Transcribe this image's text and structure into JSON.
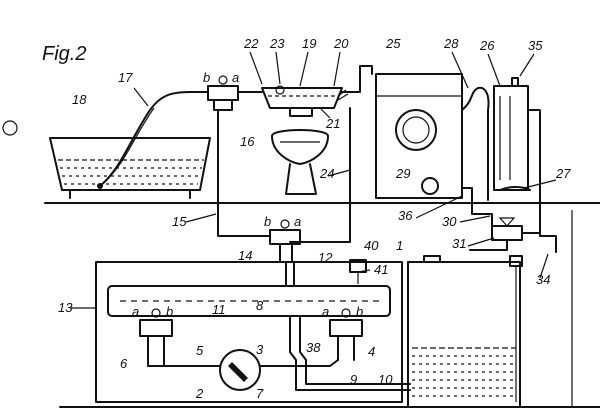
{
  "figure_title": "Fig.2",
  "labels": {
    "l1": "1",
    "l2": "2",
    "l3": "3",
    "l4": "4",
    "l5": "5",
    "l6": "6",
    "l7": "7",
    "l8": "8",
    "l9": "9",
    "l10": "10",
    "l11": "11",
    "l12": "12",
    "l13": "13",
    "l14": "14",
    "l15": "15",
    "l16": "16",
    "l17": "17",
    "l18": "18",
    "l19": "19",
    "l20": "20",
    "l21": "21",
    "l22": "22",
    "l23": "23",
    "l24": "24",
    "l25": "25",
    "l26": "26",
    "l27": "27",
    "l28": "28",
    "l29": "29",
    "l30": "30",
    "l31": "31",
    "l34": "34",
    "l35": "35",
    "l36": "36",
    "l38": "38",
    "l40": "40",
    "l41": "41"
  },
  "valve_ports": {
    "a": "a",
    "b": "b"
  }
}
